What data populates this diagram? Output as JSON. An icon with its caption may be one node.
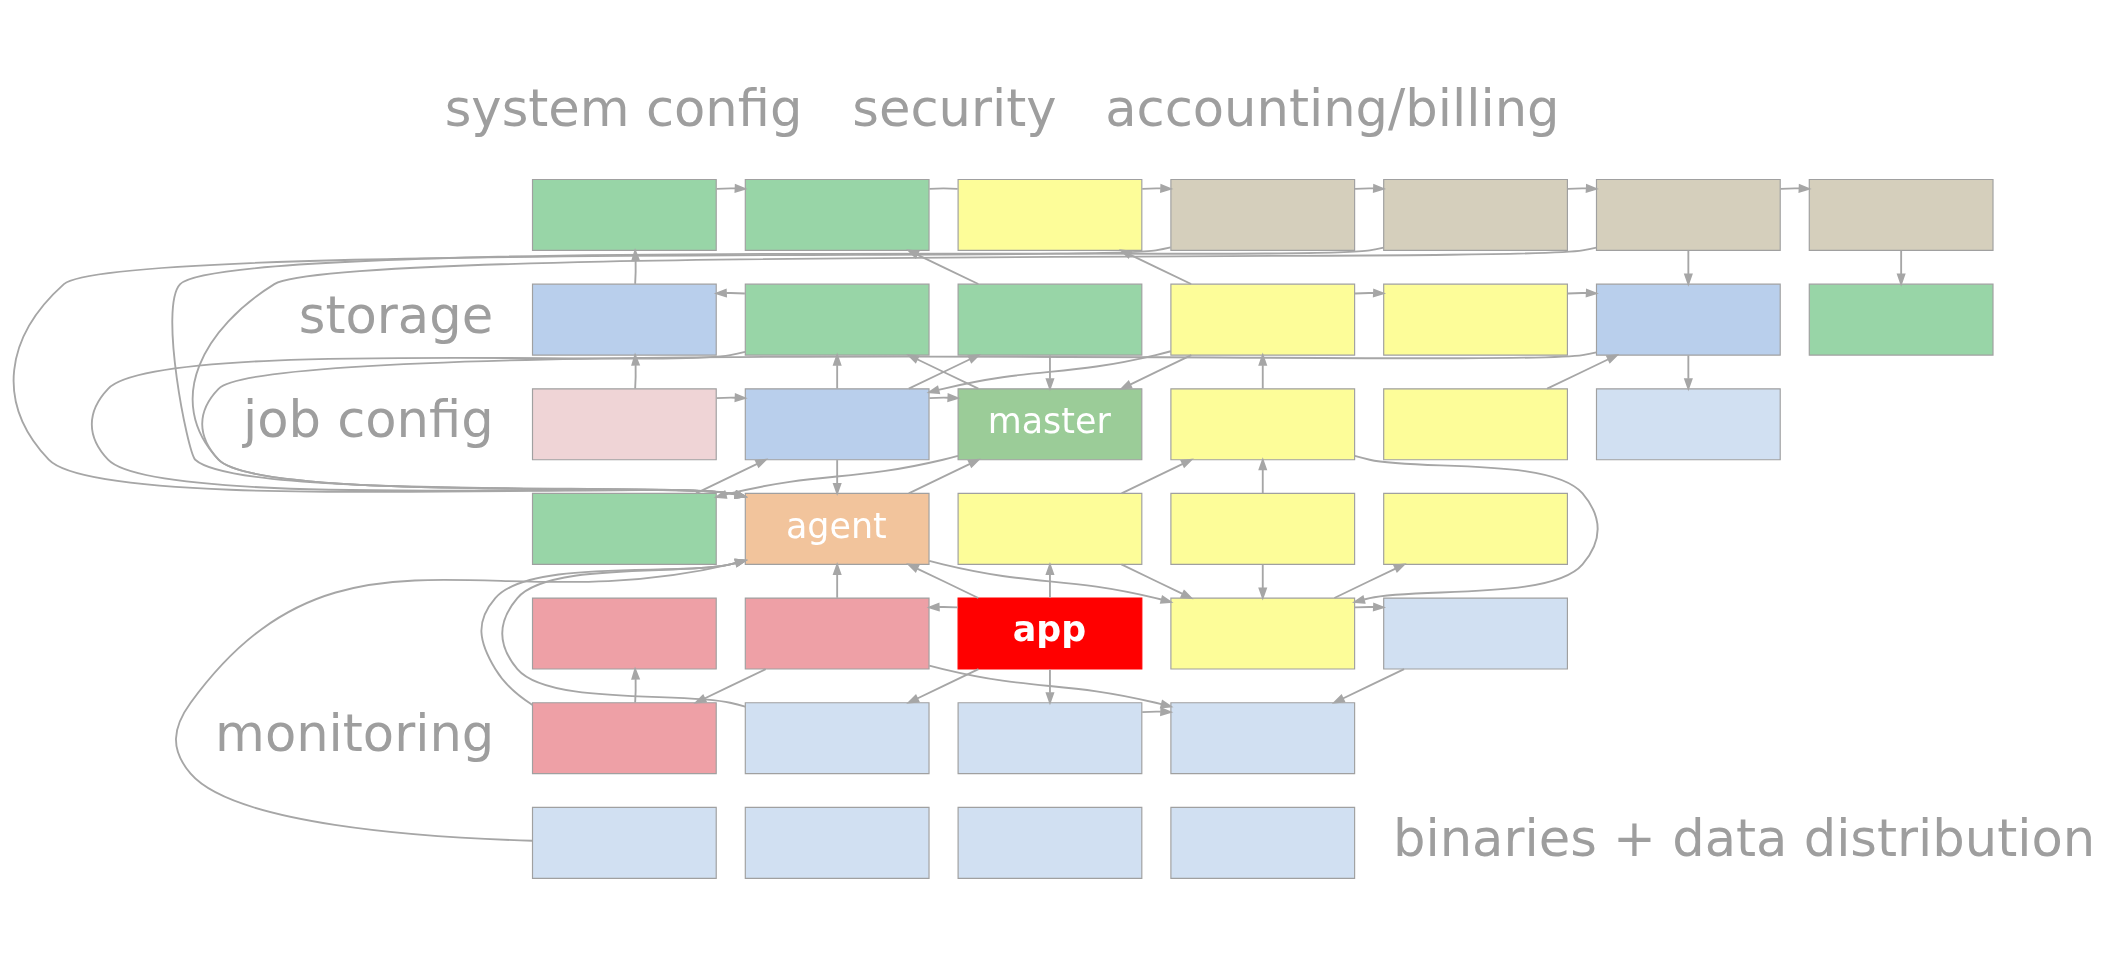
{
  "diagram": {
    "nodes": [
      {
        "text": [],
        "shape": "box"
      },
      {
        "text": [],
        "shape": "box"
      },
      {
        "text": [],
        "shape": "box"
      },
      {
        "text": [],
        "shape": "box"
      },
      {
        "text": [],
        "shape": "box"
      },
      {
        "text": [],
        "shape": "box"
      },
      {
        "text": [],
        "shape": "box"
      },
      {
        "text": [],
        "shape": "box"
      },
      {
        "text": [],
        "shape": "box"
      },
      {
        "text": [],
        "shape": "box"
      },
      {
        "text": [],
        "shape": "box"
      },
      {
        "text": [],
        "shape": "box"
      },
      {
        "text": [],
        "shape": "box"
      },
      {
        "text": [],
        "shape": "box"
      },
      {
        "text": [],
        "shape": "box"
      },
      {
        "text": [],
        "shape": "box"
      },
      {
        "text": [
          "master"
        ]
      },
      {
        "text": [],
        "shape": "box"
      },
      {
        "text": [],
        "shape": "box"
      },
      {
        "text": [],
        "shape": "box"
      },
      {
        "text": [],
        "shape": "box"
      },
      {
        "text": [
          "agent"
        ]
      },
      {
        "text": [],
        "shape": "box"
      },
      {
        "text": [],
        "shape": "box"
      },
      {
        "text": [],
        "shape": "box"
      },
      {
        "text": [],
        "shape": "box"
      },
      {
        "text": [],
        "shape": "box"
      },
      {
        "text": [
          "app"
        ]
      },
      {
        "text": [],
        "shape": "box"
      },
      {
        "text": [],
        "shape": "box"
      },
      {
        "text": [],
        "shape": "box"
      },
      {
        "text": [],
        "shape": "box"
      },
      {
        "text": [],
        "shape": "box"
      },
      {
        "text": [],
        "shape": "box"
      },
      {
        "text": [],
        "shape": "box"
      },
      {
        "text": [],
        "shape": "box"
      },
      {
        "text": [],
        "shape": "box"
      },
      {
        "text": [],
        "shape": "box"
      }
    ],
    "edges": [
      {
        "from": 0,
        "to": 1,
        "arrow": "to"
      },
      {
        "from": 1,
        "to": 2,
        "arrow": "none"
      },
      {
        "from": 2,
        "to": 3,
        "arrow": "to"
      },
      {
        "from": 3,
        "to": 4,
        "arrow": "to"
      },
      {
        "from": 4,
        "to": 5,
        "arrow": "to"
      },
      {
        "from": 5,
        "to": 6,
        "arrow": "to"
      },
      {
        "from": 7,
        "to": 0,
        "arrow": "to"
      },
      {
        "from": 8,
        "to": 7,
        "arrow": "to"
      },
      {
        "from": 9,
        "to": 1,
        "arrow": "to"
      },
      {
        "from": 10,
        "to": 2,
        "arrow": "to"
      },
      {
        "from": 3,
        "to": 21,
        "arrow": "to"
      },
      {
        "from": 4,
        "to": 21,
        "arrow": "to"
      },
      {
        "from": 5,
        "to": 21,
        "arrow": "to"
      },
      {
        "from": 5,
        "to": 12,
        "arrow": "to"
      },
      {
        "from": 6,
        "to": 13,
        "arrow": "to"
      },
      {
        "from": 10,
        "to": 11,
        "arrow": "to"
      },
      {
        "from": 11,
        "to": 12,
        "arrow": "to"
      },
      {
        "from": 14,
        "to": 7,
        "arrow": "to"
      },
      {
        "from": 14,
        "to": 15,
        "arrow": "to"
      },
      {
        "from": 15,
        "to": 8,
        "arrow": "to"
      },
      {
        "from": 15,
        "to": 16,
        "arrow": "to"
      },
      {
        "from": 15,
        "to": 9,
        "arrow": "to"
      },
      {
        "from": 10,
        "to": 15,
        "arrow": "to"
      },
      {
        "from": 8,
        "to": 21,
        "arrow": "to"
      },
      {
        "from": 16,
        "to": 8,
        "arrow": "to"
      },
      {
        "from": 9,
        "to": 16,
        "arrow": "to"
      },
      {
        "from": 10,
        "to": 16,
        "arrow": "to"
      },
      {
        "from": 12,
        "to": 21,
        "arrow": "to"
      },
      {
        "from": 18,
        "to": 12,
        "arrow": "to"
      },
      {
        "from": 12,
        "to": 19,
        "arrow": "to"
      },
      {
        "from": 17,
        "to": 10,
        "arrow": "to"
      },
      {
        "from": 15,
        "to": 21,
        "arrow": "to"
      },
      {
        "from": 16,
        "to": 20,
        "arrow": "to"
      },
      {
        "from": 20,
        "to": 15,
        "arrow": "to"
      },
      {
        "from": 21,
        "to": 16,
        "arrow": "to"
      },
      {
        "from": 22,
        "to": 17,
        "arrow": "to"
      },
      {
        "from": 23,
        "to": 17,
        "arrow": "to"
      },
      {
        "from": 17,
        "to": 28,
        "arrow": "to"
      },
      {
        "from": 21,
        "to": 28,
        "arrow": "to"
      },
      {
        "from": 22,
        "to": 28,
        "arrow": "to"
      },
      {
        "from": 23,
        "to": 28,
        "arrow": "to"
      },
      {
        "from": 28,
        "to": 24,
        "arrow": "to"
      },
      {
        "from": 28,
        "to": 29,
        "arrow": "to"
      },
      {
        "from": 27,
        "to": 22,
        "arrow": "to"
      },
      {
        "from": 27,
        "to": 21,
        "arrow": "to"
      },
      {
        "from": 27,
        "to": 26,
        "arrow": "to"
      },
      {
        "from": 26,
        "to": 21,
        "arrow": "to"
      },
      {
        "from": 30,
        "to": 21,
        "arrow": "to"
      },
      {
        "from": 34,
        "to": 21,
        "arrow": "to"
      },
      {
        "from": 31,
        "to": 21,
        "arrow": "to"
      },
      {
        "from": 26,
        "to": 30,
        "arrow": "to"
      },
      {
        "from": 30,
        "to": 25,
        "arrow": "to"
      },
      {
        "from": 26,
        "to": 33,
        "arrow": "to"
      },
      {
        "from": 27,
        "to": 31,
        "arrow": "to"
      },
      {
        "from": 27,
        "to": 32,
        "arrow": "to"
      },
      {
        "from": 32,
        "to": 33,
        "arrow": "to"
      },
      {
        "from": 29,
        "to": 33,
        "arrow": "to"
      }
    ],
    "labels": [
      "system config",
      "security",
      "accounting/billing",
      "storage",
      "job config",
      "monitoring",
      "binaries + data distribution"
    ]
  }
}
